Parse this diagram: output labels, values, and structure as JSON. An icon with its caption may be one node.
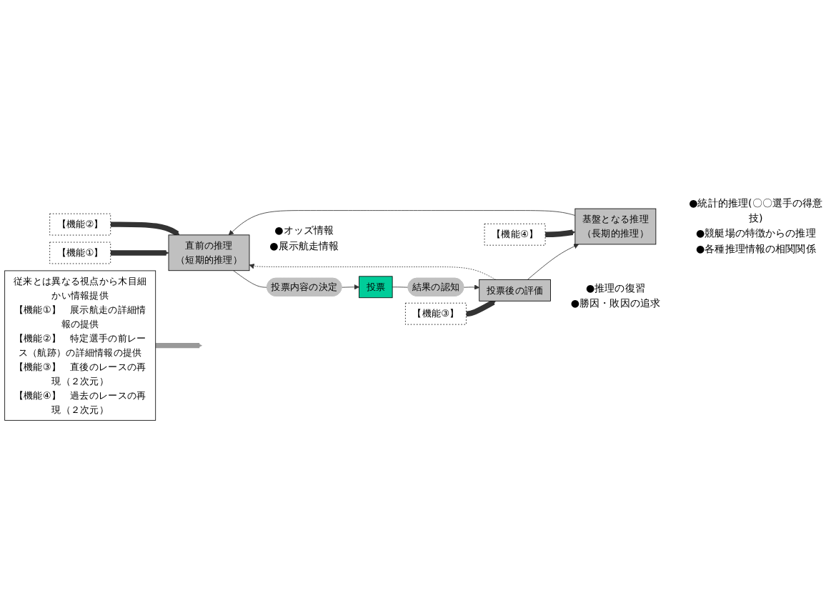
{
  "diagram": {
    "nodes": [
      {
        "text": [
          "従来とは異なる視点から木目細かい情報提供",
          "【機能①】　展示航走の詳細情報の提供",
          "【機能②】　特定選手の前レース（航跡）の詳細情報の提供",
          "【機能③】　直後のレースの再現（２次元）",
          "【機能④】　過去のレースの再現（２次元）"
        ]
      },
      {
        "text": [
          "【機能①】"
        ]
      },
      {
        "text": [
          "【機能②】"
        ]
      },
      {
        "text": [
          "【機能③】"
        ]
      },
      {
        "text": [
          "直前の推理",
          "（短期的推理）"
        ],
        "beside": [
          "●オッズ情報",
          "●展示航走情報"
        ]
      },
      {
        "text": [
          "投票内容の決定"
        ]
      },
      {
        "text": [
          "投票"
        ]
      },
      {
        "text": [
          "結果の認知"
        ]
      },
      {
        "text": [
          "投票後の評価"
        ],
        "beside": [
          "●推理の復習",
          "●勝因・敗因の追求"
        ]
      },
      {
        "text": [
          "基盤となる推理",
          "（長期的推理）"
        ],
        "beside": [
          "●統計的推理(〇〇選手の得意技)",
          "●競艇場の特徴からの推理",
          "●各種推理情報の相関関係"
        ]
      },
      {
        "text": [
          "【機能④】"
        ]
      }
    ],
    "edges": [
      {
        "from": 0,
        "to": null,
        "arrow": "to",
        "style": "thick",
        "color": "#999999"
      },
      {
        "from": 1,
        "to": 4,
        "arrow": "to",
        "style": "thick"
      },
      {
        "from": 2,
        "to": 4,
        "arrow": "to",
        "style": "thick"
      },
      {
        "from": 3,
        "to": 8,
        "arrow": "to",
        "style": "thick"
      },
      {
        "from": 4,
        "to": 5,
        "arrow": "none"
      },
      {
        "from": 5,
        "to": 6,
        "arrow": "to"
      },
      {
        "from": 6,
        "to": 7,
        "arrow": "none"
      },
      {
        "from": 7,
        "to": 8,
        "arrow": "to"
      },
      {
        "from": 8,
        "to": 4,
        "arrow": "to",
        "style": "dashed"
      },
      {
        "from": 8,
        "to": 9,
        "arrow": "to"
      },
      {
        "from": 9,
        "to": 4,
        "arrow": "to"
      },
      {
        "from": 10,
        "to": 9,
        "arrow": "to",
        "style": "thick"
      }
    ]
  }
}
